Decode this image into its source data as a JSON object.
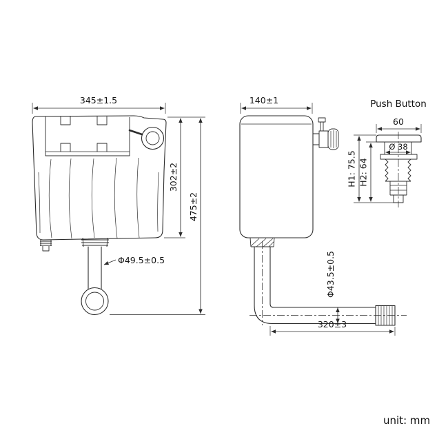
{
  "front_view": {
    "width_dim": "345±1.5",
    "tank_height_dim": "302±2",
    "total_height_dim": "475±2",
    "outlet_diameter_dim": "Φ49.5±0.5"
  },
  "side_view": {
    "depth_dim": "140±1",
    "pipe_diameter_dim": "Φ43.5±0.5",
    "pipe_length_dim": "320±3"
  },
  "push_button": {
    "title": "Push Button",
    "width_dim": "60",
    "button_diameter_dim": "Ø 38",
    "height1_dim": "H1: 75.5",
    "height2_dim": "H2: 64"
  },
  "footer": {
    "unit_label": "unit: mm"
  },
  "colors": {
    "line": "#2b2b2b",
    "text": "#151515",
    "background": "#ffffff"
  }
}
